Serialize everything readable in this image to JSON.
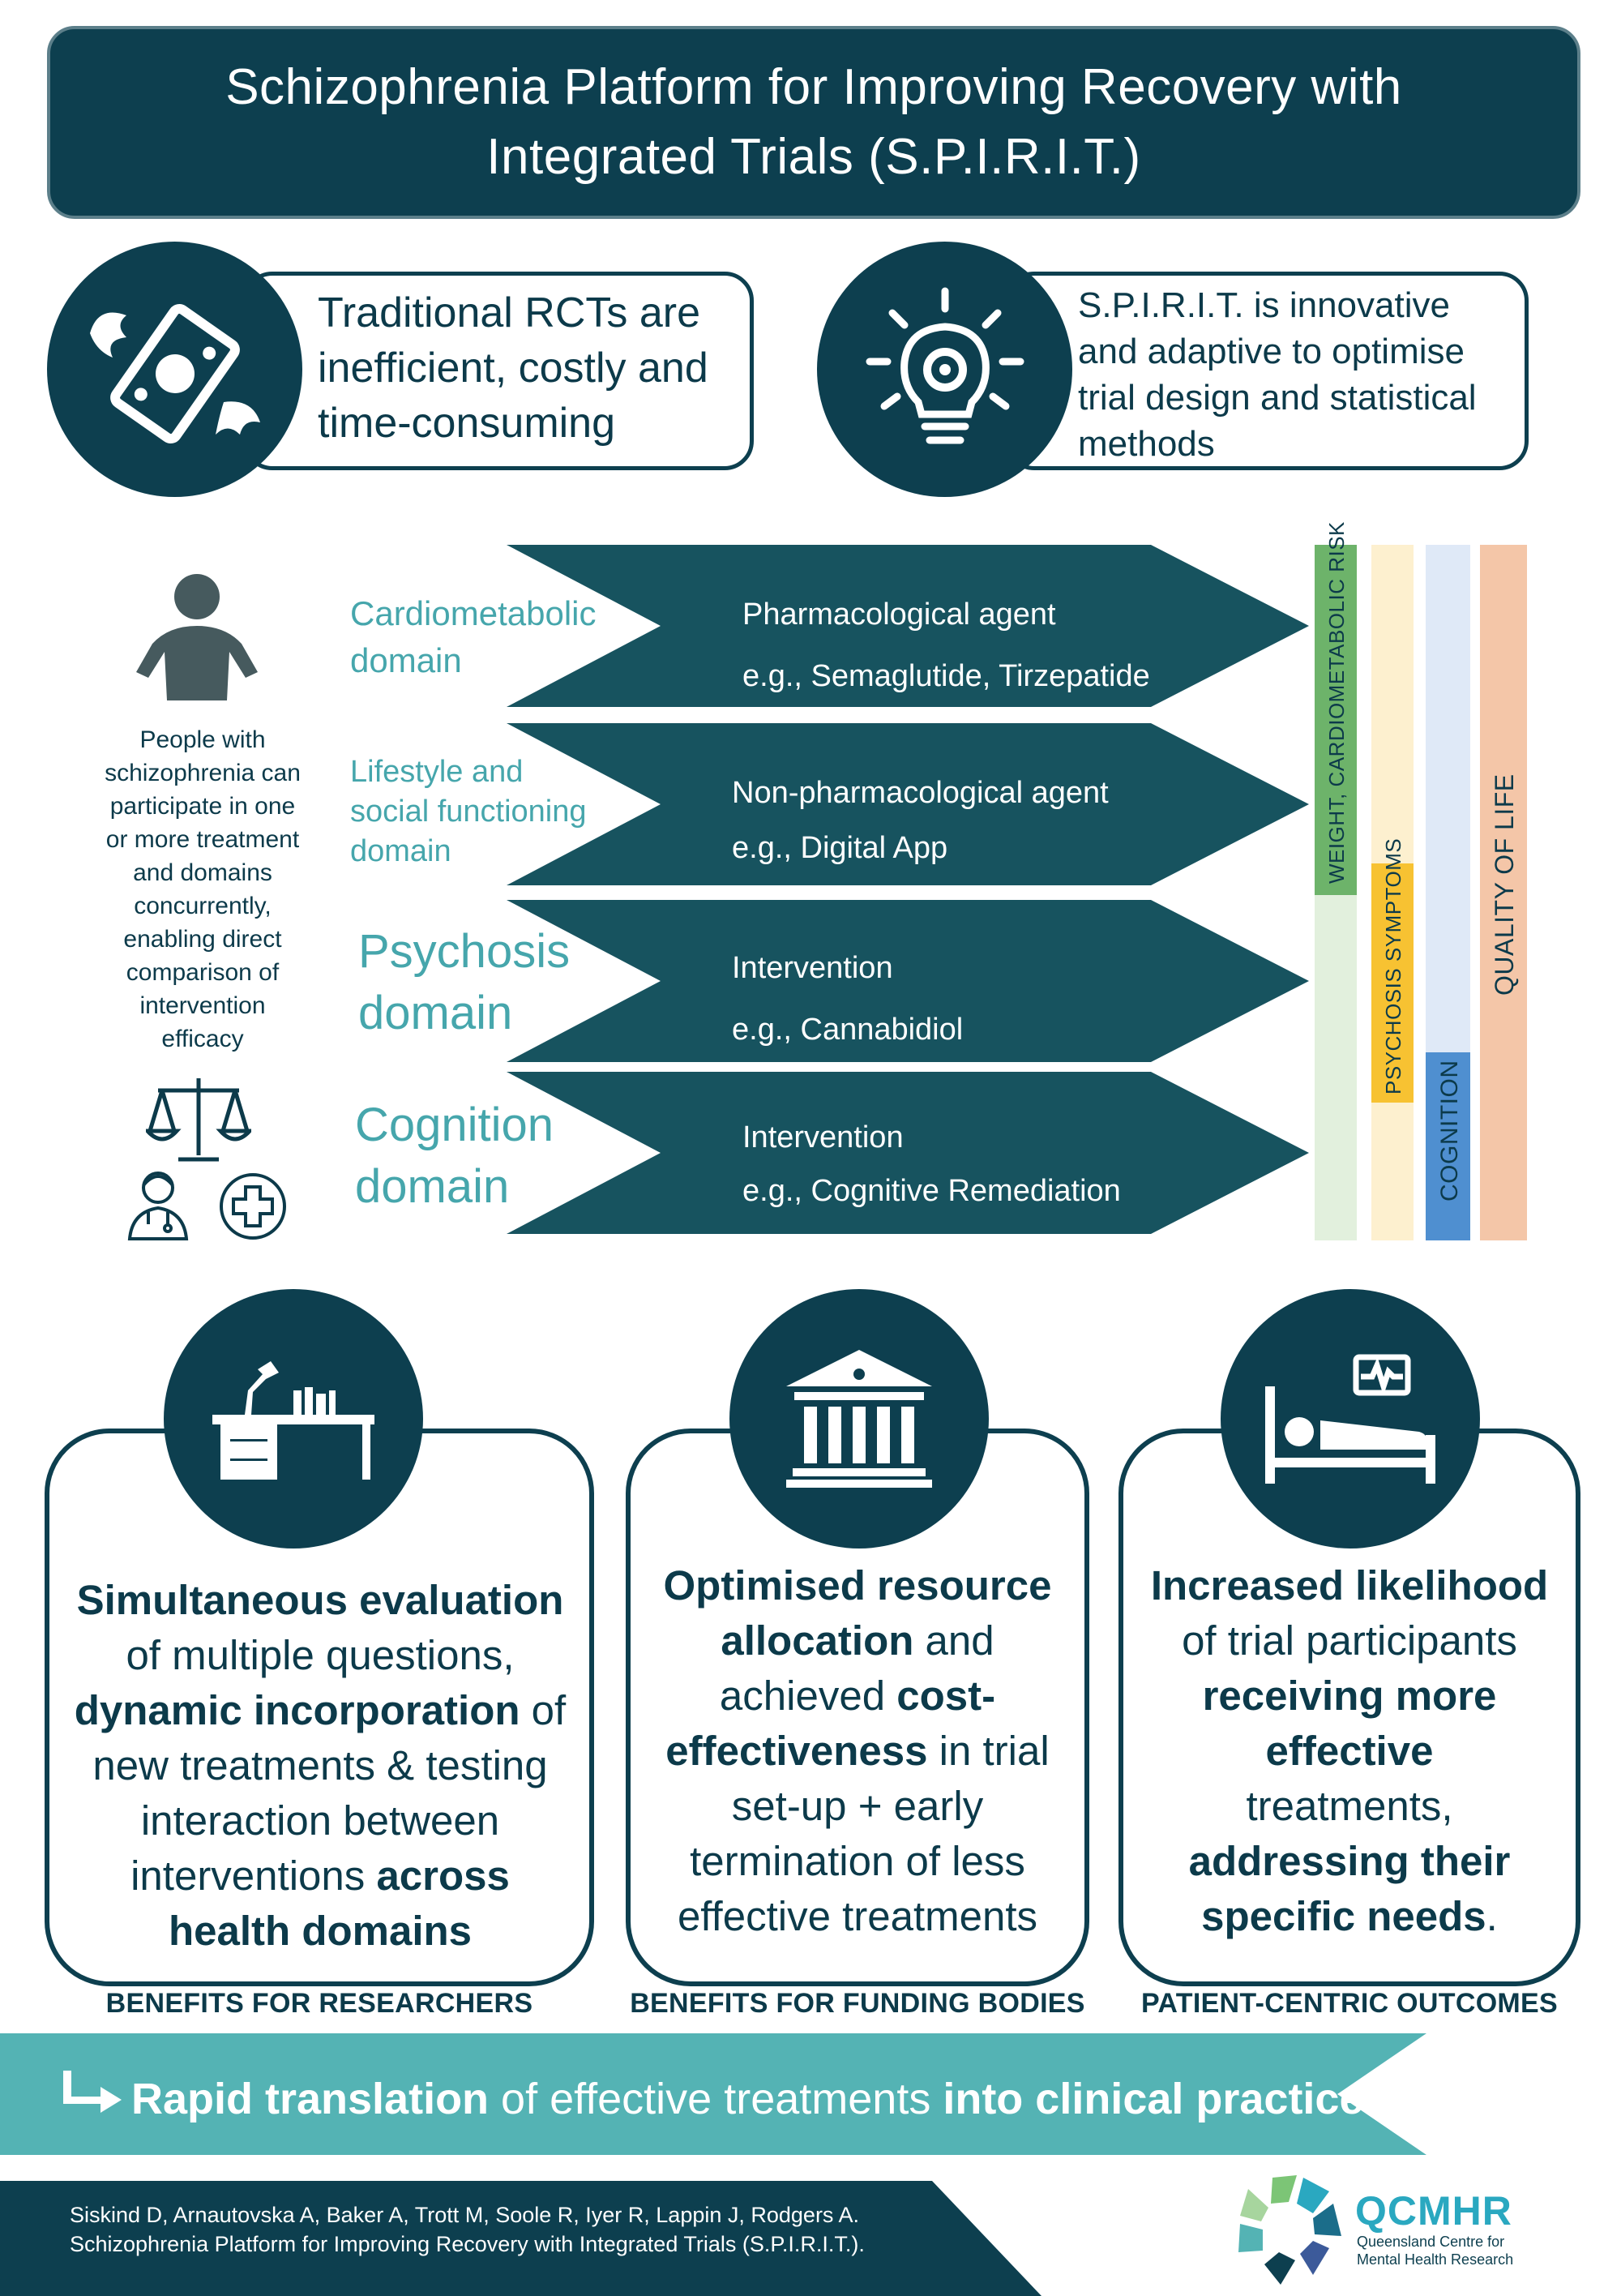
{
  "header": {
    "title_line1": "Schizophrenia Platform for Improving Recovery with",
    "title_line2": "Integrated Trials (S.P.I.R.I.T.)"
  },
  "intro": {
    "left": {
      "icon": "flying-money-icon",
      "lines": [
        "Traditional RCTs are",
        "inefficient, costly and",
        "time-consuming"
      ]
    },
    "right": {
      "icon": "lightbulb-gear-icon",
      "lines": [
        "S.P.I.R.I.T. is innovative",
        "and adaptive to optimise",
        "trial design and statistical",
        "methods"
      ]
    }
  },
  "participants": {
    "icon": "person-icon",
    "text": "People with schizophrenia can participate in one or more treatment and domains concurrently, enabling direct comparison of intervention efficacy",
    "icons": [
      "scales-icon",
      "doctor-icon",
      "medical-cross-icon"
    ]
  },
  "domains": [
    {
      "label_lines": [
        "Cardiometabolic",
        "domain"
      ],
      "agent": "Pharmacological agent",
      "example": "e.g., Semaglutide, Tirzepatide"
    },
    {
      "label_lines": [
        "Lifestyle and",
        "social functioning",
        "domain"
      ],
      "agent": "Non-pharmacological agent",
      "example": "e.g., Digital App"
    },
    {
      "label_lines": [
        "Psychosis",
        "domain"
      ],
      "agent": "Intervention",
      "example": "e.g., Cannabidiol"
    },
    {
      "label_lines": [
        "Cognition",
        "domain"
      ],
      "agent": "Intervention",
      "example": "e.g., Cognitive Remediation"
    }
  ],
  "outcomes": [
    {
      "label": "WEIGHT, CARDIOMETABOLIC RISK",
      "color": "#6db36a",
      "light_color": "#e2f0dd"
    },
    {
      "label": "PSYCHOSIS SYMPTOMS",
      "color": "#f7c232",
      "light_color": "#fdf0cf"
    },
    {
      "label": "COGNITION",
      "color": "#4f8fd0",
      "light_color": "#dfe9f7"
    },
    {
      "label": "QUALITY OF LIFE",
      "color": "#f4c6a8",
      "light_color": "#f4c6a8"
    }
  ],
  "benefits": [
    {
      "icon": "desk-lamp-icon",
      "caption": "BENEFITS FOR RESEARCHERS",
      "text": [
        [
          "Simultaneous evaluation",
          true
        ],
        [
          "of multiple questions,",
          false
        ],
        [
          "dynamic incorporation",
          true
        ],
        [
          " of",
          false
        ],
        [
          "new treatments & testing",
          false
        ],
        [
          "interaction between",
          false
        ],
        [
          "interventions ",
          false
        ],
        [
          "across",
          true
        ],
        [
          "health domains",
          true
        ]
      ]
    },
    {
      "icon": "bank-building-icon",
      "caption": "BENEFITS FOR FUNDING BODIES"
    },
    {
      "icon": "hospital-bed-icon",
      "caption": "PATIENT-CENTRIC OUTCOMES"
    }
  ],
  "benefit_texts": {
    "researchers": {
      "l1": "Simultaneous evaluation",
      "l2": "of multiple questions,",
      "l3b": "dynamic incorporation",
      "l3": " of",
      "l4": "new treatments & testing",
      "l5": "interaction between",
      "l6": "interventions ",
      "l6b": "across",
      "l7": "health domains"
    },
    "funding": {
      "l1": "Optimised resource",
      "l2b": "allocation",
      "l2": " and",
      "l3": "achieved ",
      "l3b": "cost-",
      "l4b": "effectiveness",
      "l4": " in trial",
      "l5": "set-up + early",
      "l6": "termination of less",
      "l7": "effective treatments"
    },
    "patient": {
      "l1": "Increased likelihood",
      "l2": "of trial participants",
      "l3": "receiving more",
      "l4": "effective",
      "l5": "treatments,",
      "l6": "addressing their",
      "l7": "specific needs",
      "l7end": "."
    }
  },
  "banner": {
    "icon": "arrow-turn-right-icon",
    "bold1": "Rapid translation",
    "mid": " of effective treatments ",
    "bold2": "into clinical practice",
    "color": "#54b3b4"
  },
  "footer": {
    "reference": "Siskind D, Arnautovska A, Baker A, Trott M, Soole R, Iyer R, Lappin J, Rodgers A. Schizophrenia Platform for Improving Recovery with Integrated Trials (S.P.I.R.I.T.).",
    "org_short": "QCMHR",
    "org_full_1": "Queensland Centre for",
    "org_full_2": "Mental Health Research"
  },
  "colors": {
    "navy": "#0d3f4f",
    "teal_arrow": "#17535f",
    "teal_text": "#46a6ac",
    "banner": "#54b3b4"
  }
}
